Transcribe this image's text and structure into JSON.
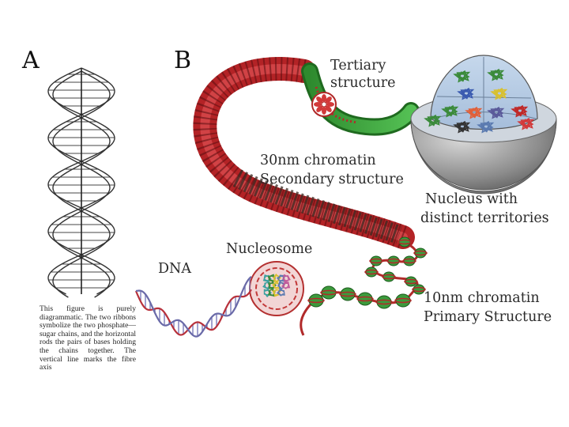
{
  "panels": {
    "a": "A",
    "b": "B"
  },
  "caption": "This figure is purely diagrammatic. The two ribbons symbolize the two phosphate—sugar chains, and the horizontal rods the pairs of bases holding the chains together. The vertical line marks the fibre axis",
  "labels": {
    "tertiary": [
      "Tertiary",
      "structure"
    ],
    "chromatin30": [
      "30nm chromatin",
      "Secondary structure"
    ],
    "nucleus": [
      "Nucleus with",
      "distinct territories"
    ],
    "nucleosome": "Nucleosome",
    "dna": "DNA",
    "chromatin10": [
      "10nm chromatin",
      "Primary Structure"
    ]
  },
  "colors": {
    "chromatin_red": "#c0282a",
    "tertiary_green": "#3aa83a",
    "nucleosome_green": "#3c9a3c",
    "dna_red": "#b8323c",
    "dna_blue": "#6a6aa8",
    "nucleus_grey": "#8c8c8c"
  }
}
